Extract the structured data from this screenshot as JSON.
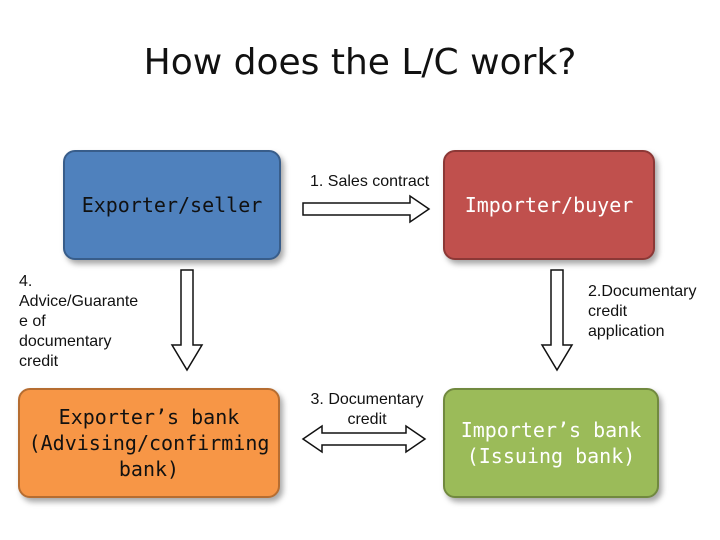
{
  "title": "How does the L/C work?",
  "boxes": {
    "exporter": "Exporter/seller",
    "importer": "Importer/buyer",
    "exporter_bank_line1": "Exporter’s bank",
    "exporter_bank_line2": "(Advising/confirming",
    "exporter_bank_line3": "bank)",
    "importer_bank_line1": "Importer’s bank",
    "importer_bank_line2": "(Issuing bank)"
  },
  "colors": {
    "exporter": "#4f81bd",
    "importer": "#c0504d",
    "exporter_bank": "#f79646",
    "importer_bank": "#9bbb59"
  },
  "labels": {
    "sales_contract": "1. Sales contract",
    "advice_line1": "4.",
    "advice_line2": "Advice/Guarante",
    "advice_line3": "e of",
    "advice_line4": "documentary",
    "advice_line5": "credit",
    "doc_app_line1": "2.Documentary",
    "doc_app_line2": "credit",
    "doc_app_line3": "application",
    "doc_credit_line1": "3. Documentary",
    "doc_credit_line2": "credit"
  }
}
